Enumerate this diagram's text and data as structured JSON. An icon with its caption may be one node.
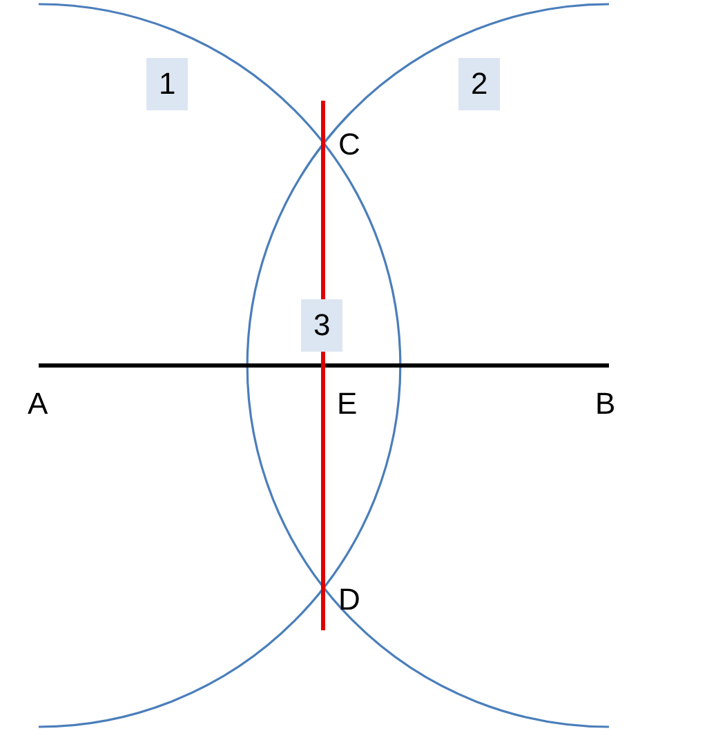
{
  "diagram": {
    "labels": [
      "1",
      "2",
      "C",
      "3",
      "A",
      "E",
      "B",
      "D"
    ]
  }
}
